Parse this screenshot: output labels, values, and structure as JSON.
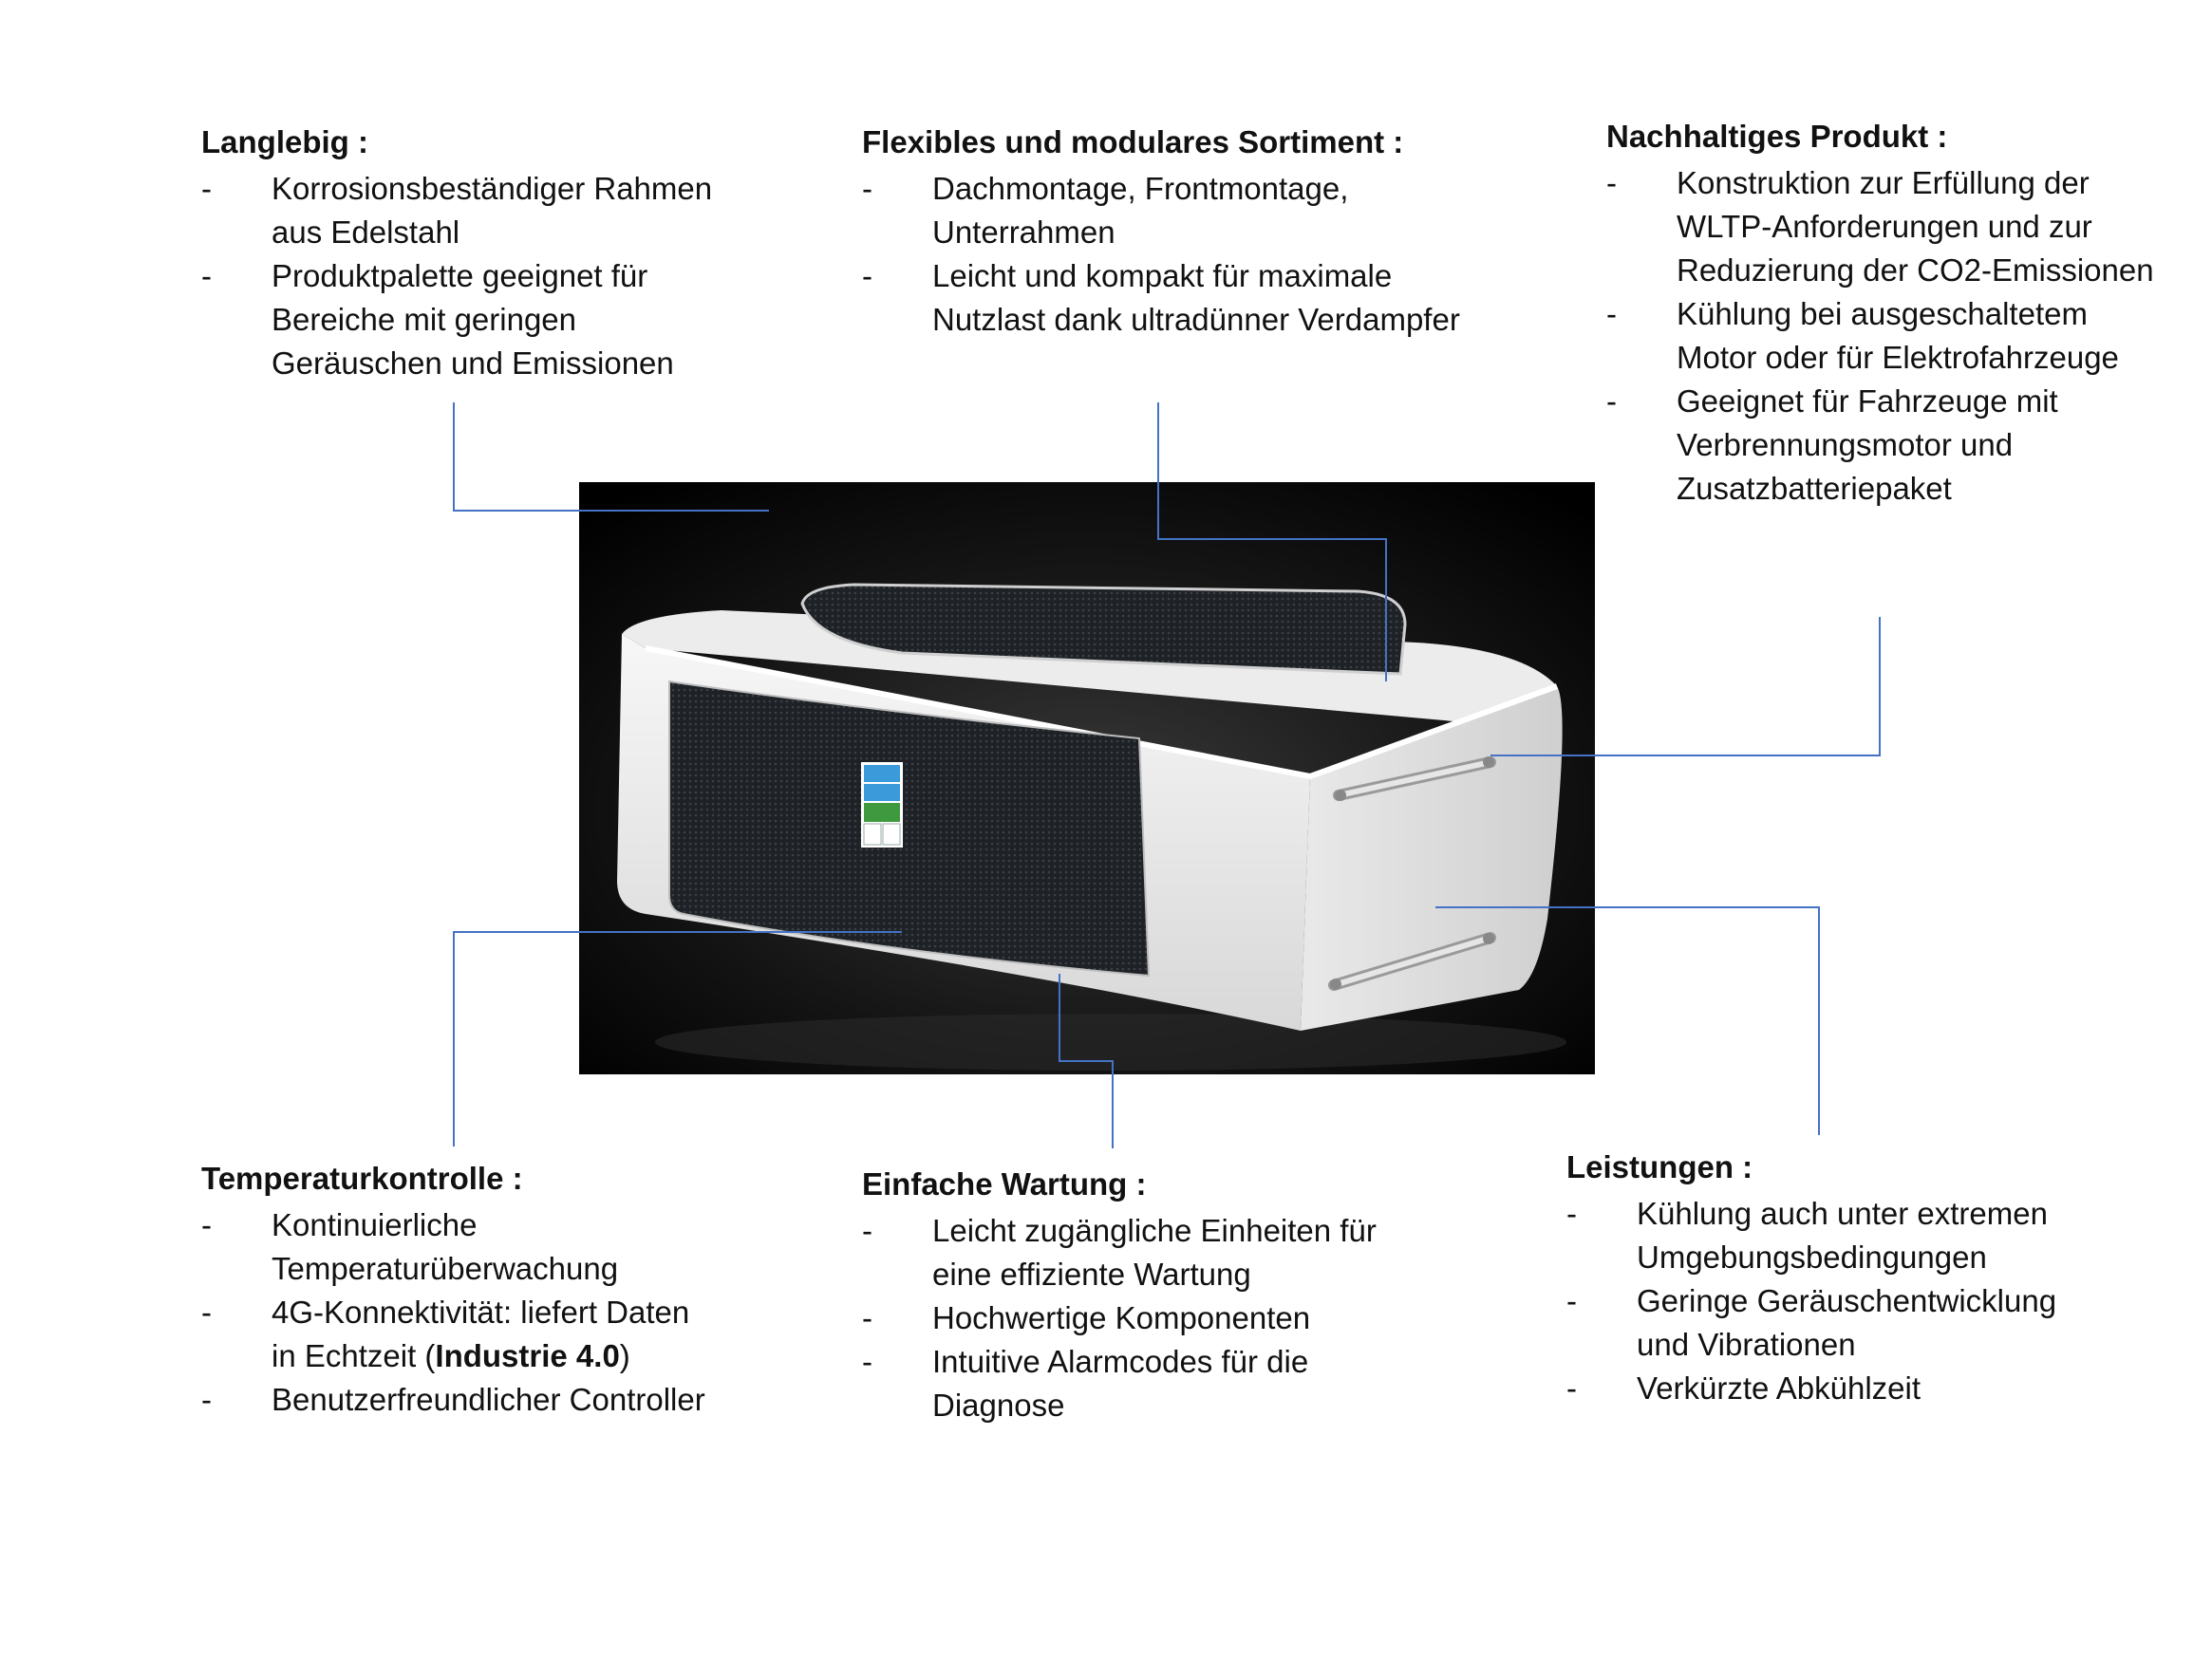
{
  "colors": {
    "connector": "#4472c4",
    "logo_blue": "#3b9ad9",
    "logo_green": "#3f9a3f"
  },
  "blocks": {
    "langlebig": {
      "title": "Langlebig :",
      "items": [
        "Korrosionsbeständiger Rahmen aus Edelstahl",
        "Produktpalette geeignet für Bereiche mit geringen Geräuschen und Emissionen"
      ]
    },
    "sortiment": {
      "title": "Flexibles und modulares Sortiment :",
      "items": [
        "Dachmontage, Frontmontage, Unterrahmen",
        "Leicht und kompakt für maximale Nutzlast dank ultradünner Verdampfer"
      ]
    },
    "nachhaltig": {
      "title": "Nachhaltiges Produkt :",
      "items": [
        "Konstruktion zur Erfüllung der WLTP-Anforderungen und zur Reduzierung der CO2-Emissionen",
        "Kühlung bei ausgeschaltetem Motor oder für Elektrofahrzeuge",
        "Geeignet für Fahrzeuge mit Verbrennungsmotor und Zusatzbatteriepaket"
      ]
    },
    "temperatur": {
      "title": "Temperaturkontrolle :",
      "items": {
        "item1": "Kontinuierliche Temperaturüberwachung",
        "item2_pre": "4G-Konnektivität: liefert Daten in Echtzeit (",
        "item2_bold": "Industrie 4.0",
        "item2_post": ")",
        "item3": "Benutzerfreundlicher Controller"
      }
    },
    "wartung": {
      "title": "Einfache Wartung :",
      "items": [
        "Leicht zugängliche Einheiten für eine effiziente Wartung",
        "Hochwertige Komponenten",
        "Intuitive Alarmcodes für die Diagnose"
      ]
    },
    "leistungen": {
      "title": "Leistungen :",
      "items": [
        "Kühlung auch unter extremen Umgebungsbedingungen",
        "Geringe Geräuschentwicklung und Vibrationen",
        "Verkürzte Abkühlzeit"
      ]
    }
  },
  "bullet": "-"
}
